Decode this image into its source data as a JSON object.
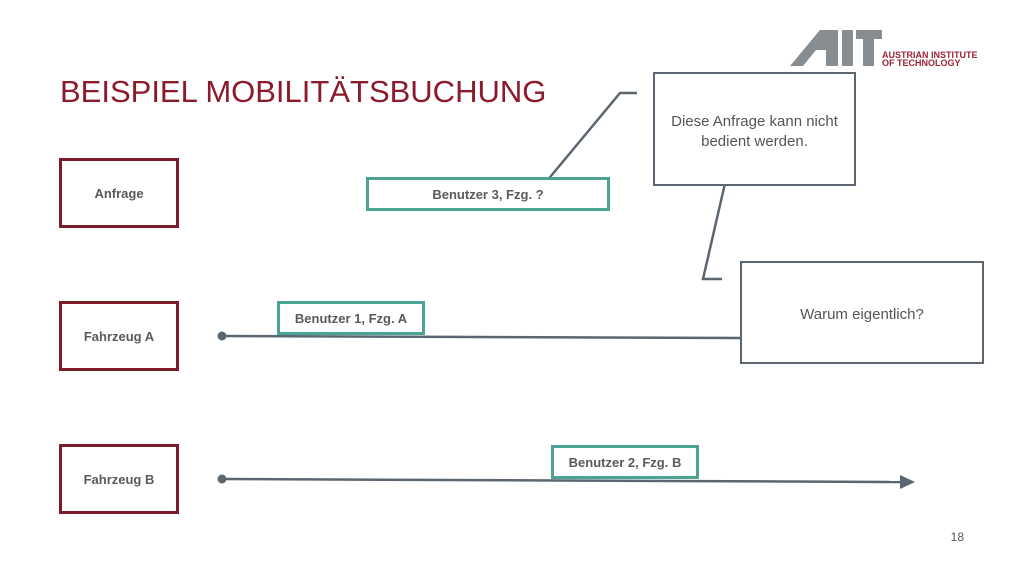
{
  "title": "BEISPIEL MOBILITÄTSBUCHUNG",
  "logo": {
    "line1": "AUSTRIAN INSTITUTE",
    "line2": "OF TECHNOLOGY"
  },
  "rows": [
    {
      "label": "Anfrage"
    },
    {
      "label": "Fahrzeug A"
    },
    {
      "label": "Fahrzeug B"
    }
  ],
  "bookings": [
    {
      "label": "Benutzer 3, Fzg. ?"
    },
    {
      "label": "Benutzer 1, Fzg. A"
    },
    {
      "label": "Benutzer 2, Fzg. B"
    }
  ],
  "callouts": [
    {
      "text": "Diese Anfrage kann nicht bedient werden."
    },
    {
      "text": "Warum eigentlich?"
    }
  ],
  "page_number": "18",
  "colors": {
    "title": "#8b1a2b",
    "row_border": "#7b1c2a",
    "chip_border": "#4aa394",
    "line": "#5c6670"
  }
}
